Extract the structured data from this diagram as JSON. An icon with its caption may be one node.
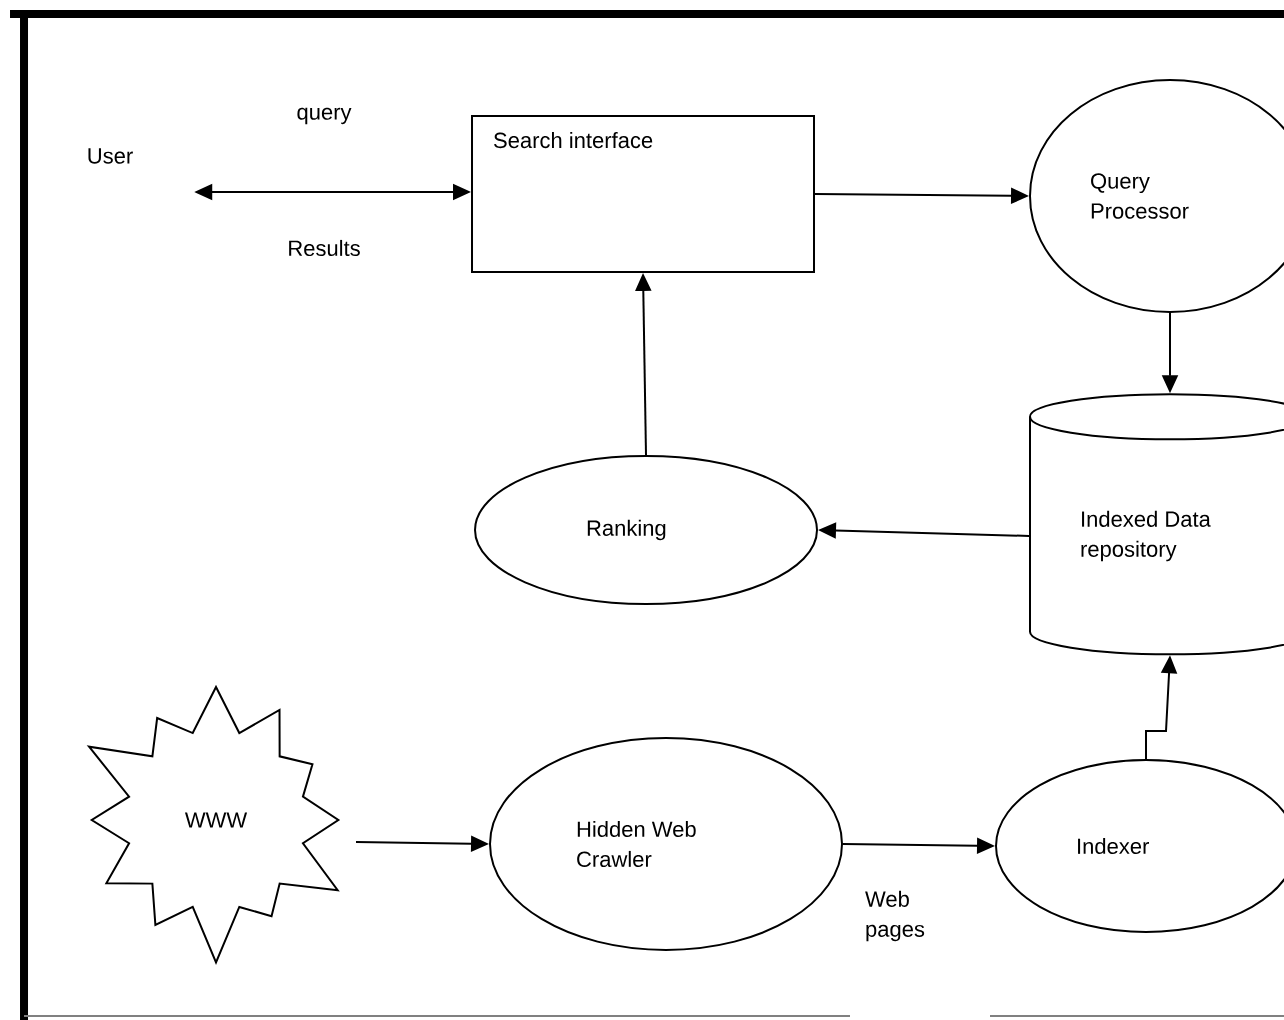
{
  "diagram": {
    "nodes": [
      {
        "text": [
          "User"
        ]
      },
      {
        "text": [
          "Search interface"
        ]
      },
      {
        "text": [
          "Query Processor"
        ]
      },
      {
        "text": [
          "Indexed Data repository"
        ]
      },
      {
        "text": [
          "Ranking"
        ]
      },
      {
        "text": [
          "WWW"
        ]
      },
      {
        "text": [
          "Hidden Web Crawler"
        ]
      },
      {
        "text": [
          "Indexer"
        ]
      }
    ],
    "edges": [
      {
        "from": 0,
        "to": 1,
        "arrow": "both",
        "label": "query"
      },
      {
        "from": 1,
        "to": 2,
        "arrow": "to"
      },
      {
        "from": 2,
        "to": 3,
        "arrow": "to"
      },
      {
        "from": 3,
        "to": 4,
        "arrow": "to"
      },
      {
        "from": 4,
        "to": 1,
        "arrow": "to"
      },
      {
        "from": 5,
        "to": 6,
        "arrow": "to"
      },
      {
        "from": 6,
        "to": 7,
        "arrow": "to",
        "label": "Web pages"
      },
      {
        "from": 7,
        "to": 3,
        "arrow": "to"
      }
    ],
    "labels": [
      "Results"
    ]
  }
}
